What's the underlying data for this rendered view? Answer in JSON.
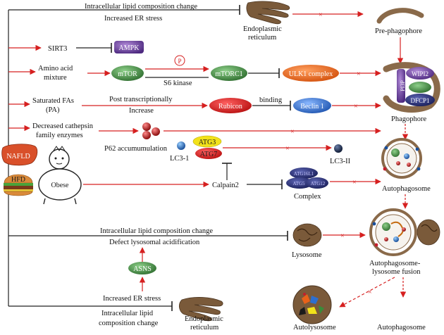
{
  "colors": {
    "arrow_red": "#d62020",
    "inhibit_black": "#222222",
    "mtor_green": "#3a8c3a",
    "ulk1_orange": "#e8621a",
    "rubicon_red": "#d81e1e",
    "beclin_blue": "#2d6fd0",
    "ampk_purple": "#6a3fa0",
    "atg3_yellow": "#f2e21a",
    "atg7_red": "#c41e2c",
    "complex_navy": "#242a70",
    "asns_green": "#2f8a3a",
    "nafld_orange": "#d9502a",
    "er_brown": "#7a5a3a",
    "phagophore_brown": "#8a6a4a"
  },
  "diagram": {
    "top": {
      "lipid_change": "Intracellular lipid composition change",
      "er_stress": "Increased ER stress",
      "er_label_1": "Endoplasmic",
      "er_label_2": "reticulum",
      "pre_phagophore": "Pre-phagophore"
    },
    "pathways": {
      "sirt3": "SIRT3",
      "ampk": "AMPK",
      "amino_1": "Amino acid",
      "amino_2": "mixture",
      "mtor": "mTOR",
      "p_mark": "P",
      "mtorc1": "mTORC1",
      "s6_kinase": "S6 kinase",
      "ulk1": "ULK1 complex",
      "sat_fa_1": "Saturated FAs",
      "sat_fa_2": "(PA)",
      "post_1": "Post transcriptionally",
      "post_2": "Increase",
      "rubicon": "Rubicon",
      "binding": "binding",
      "beclin": "Beclin 1",
      "cathepsin_1": "Decreased cathepsin",
      "cathepsin_2": "family enzymes",
      "p62": "P62 accumumulation",
      "lc3_1": "LC3-1",
      "atg3": "ATG3",
      "atg7": "ATG7",
      "lc3_2": "LC3-II",
      "calpain": "Calpain2",
      "complex": "Complex",
      "complex_atg16l1": "ATG16L1",
      "complex_atg5": "ATG5",
      "complex_atg12": "ATG12"
    },
    "left": {
      "nafld": "NAFLD",
      "hfd": "HFD",
      "obese": "Obese"
    },
    "phagophore": {
      "wipi2": "WIPI2",
      "pi3p": "PI3P",
      "dfcp1": "DFCP1",
      "label": "Phagophore"
    },
    "lower": {
      "autophagosome": "Autophagosome",
      "lipid_change": "Intracellular lipid composition change",
      "defect": "Defect lysosomal acidification",
      "asns": "ASNS",
      "lysosome": "Lysosome",
      "fusion_1": "Autophagosome-",
      "fusion_2": "lysosome fusion",
      "er_stress": "Increased ER stress",
      "lipid_change_1": "Intracellular lipid",
      "lipid_change_2": "composition change",
      "er_label_1": "Endoplasmic",
      "er_label_2": "reticulum",
      "autolysosome": "Autolysosome",
      "autophagosome_bottom": "Autophagosome"
    }
  }
}
